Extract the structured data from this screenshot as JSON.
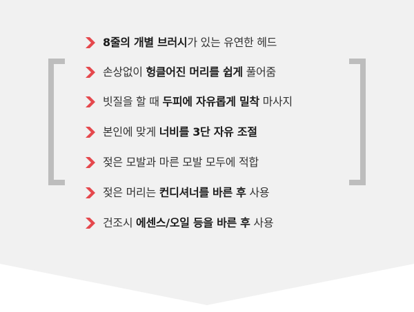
{
  "colors": {
    "panel_background": "#f1f1f1",
    "bracket": "#bdbdbd",
    "arrow": "#e5484d",
    "text": "#2b2b2b"
  },
  "icons": {
    "bullet": "chevron-right-icon",
    "brackets": "square-bracket"
  },
  "features": [
    {
      "segments": [
        {
          "text": "8줄의 개별 브러시",
          "bold": true
        },
        {
          "text": "가 있는 유연한 헤드",
          "bold": false
        }
      ]
    },
    {
      "segments": [
        {
          "text": "손상없이 ",
          "bold": false
        },
        {
          "text": "헝클어진 머리를 쉽게",
          "bold": true
        },
        {
          "text": " 풀어줌",
          "bold": false
        }
      ]
    },
    {
      "segments": [
        {
          "text": "빗질을 할 때 ",
          "bold": false
        },
        {
          "text": "두피에 자유롭게 밀착",
          "bold": true
        },
        {
          "text": " 마사지",
          "bold": false
        }
      ]
    },
    {
      "segments": [
        {
          "text": "본인에 맞게 ",
          "bold": false
        },
        {
          "text": "너비를 3단 자유 조절",
          "bold": true
        }
      ]
    },
    {
      "segments": [
        {
          "text": " 젖은 모발과 마른 모발 모두에 적합",
          "bold": false
        }
      ]
    },
    {
      "segments": [
        {
          "text": "젖은 머리는 ",
          "bold": false
        },
        {
          "text": "컨디셔너를 바른 후",
          "bold": true
        },
        {
          "text": " 사용",
          "bold": false
        }
      ]
    },
    {
      "segments": [
        {
          "text": "건조시 ",
          "bold": false
        },
        {
          "text": "에센스/오일 등을 바른 후",
          "bold": true
        },
        {
          "text": " 사용",
          "bold": false
        }
      ]
    }
  ]
}
